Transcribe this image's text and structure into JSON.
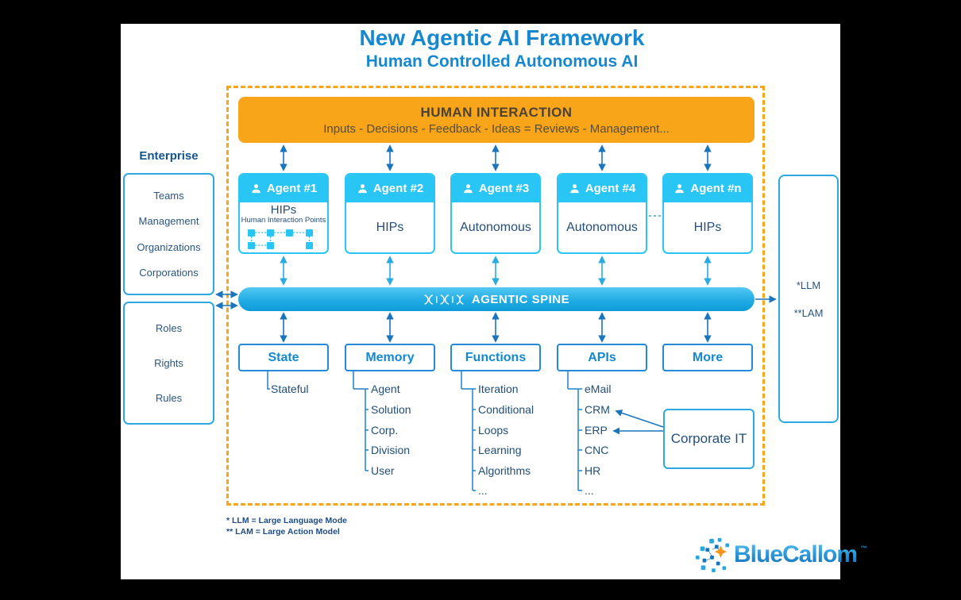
{
  "title": "New Agentic AI Framework",
  "subtitle": "Human Controlled Autonomous AI",
  "banner": {
    "title": "HUMAN INTERACTION",
    "subtitle": "Inputs - Decisions - Feedback - Ideas = Reviews - Management..."
  },
  "agents": [
    {
      "label": "Agent #1",
      "body": "HIPs",
      "body_sub": "Human Interaction Points"
    },
    {
      "label": "Agent #2",
      "body": "HIPs"
    },
    {
      "label": "Agent #3",
      "body": "Autonomous"
    },
    {
      "label": "Agent #4",
      "body": "Autonomous"
    },
    {
      "label": "Agent #n",
      "body": "HIPs"
    }
  ],
  "spine": {
    "label": "AGENTIC SPINE"
  },
  "modules": [
    {
      "label": "State",
      "items": [
        "Stateful"
      ]
    },
    {
      "label": "Memory",
      "items": [
        "Agent",
        "Solution",
        "Corp.",
        "Division",
        "User"
      ]
    },
    {
      "label": "Functions",
      "items": [
        "Iteration",
        "Conditional",
        "Loops",
        "Learning",
        "Algorithms",
        "..."
      ]
    },
    {
      "label": "APIs",
      "items": [
        "eMail",
        "CRM",
        "ERP",
        "CNC",
        "HR",
        "..."
      ]
    },
    {
      "label": "More",
      "items": []
    }
  ],
  "corporate_it": {
    "label": "Corporate IT"
  },
  "enterprise": {
    "label": "Enterprise",
    "groups": [
      [
        "Teams",
        "Management",
        "Organizations",
        "Corporations"
      ],
      [
        "Roles",
        "Rights",
        "Rules"
      ]
    ]
  },
  "models": {
    "items": [
      "*LLM",
      "**LAM"
    ]
  },
  "footnotes": [
    "* LLM = Large Language Mode",
    "** LAM = Large Action Model"
  ],
  "logo": {
    "name": "BlueCallom",
    "tm": "™"
  },
  "colors": {
    "orange": "#F9A51A",
    "agent_cyan": "#29C5F5",
    "accent_blue": "#1588D0",
    "navy_text": "#1F4E79",
    "arrow_blue": "#1B75BC",
    "arrow_cyan": "#29ABE2",
    "spine_gradient_top": "#53C9F3",
    "spine_gradient_bottom": "#0D9BD8"
  }
}
